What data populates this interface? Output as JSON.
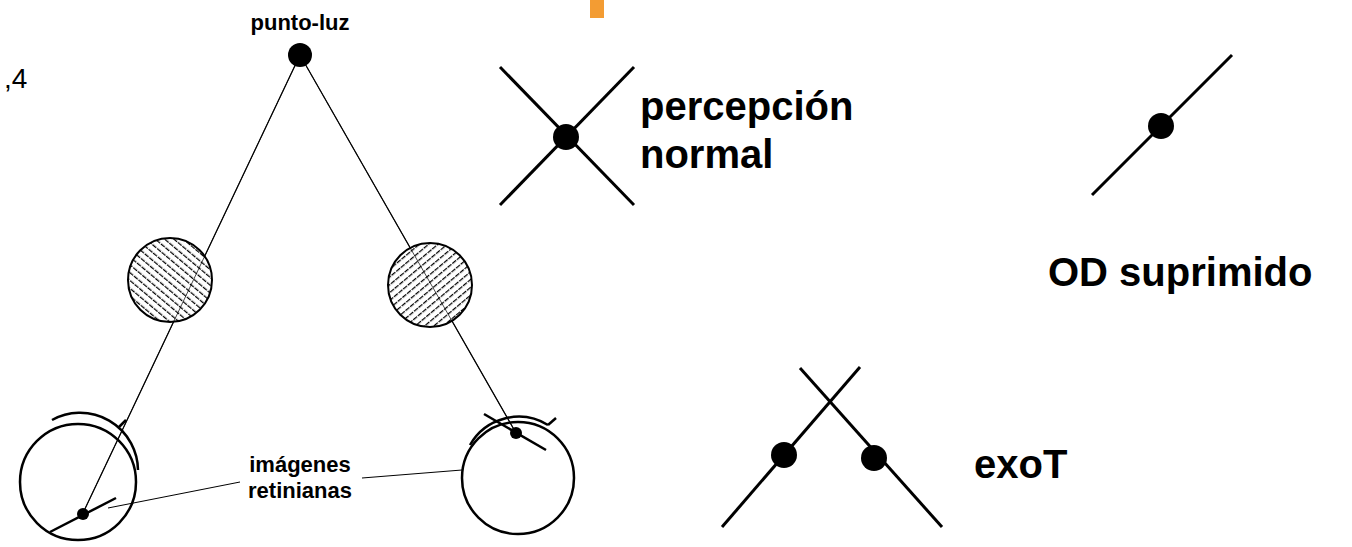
{
  "diagram": {
    "labels": [
      ",4",
      "punto-luz",
      "percepción normal",
      "OD suprimido",
      "exoT",
      "imágenes retinianas"
    ]
  }
}
